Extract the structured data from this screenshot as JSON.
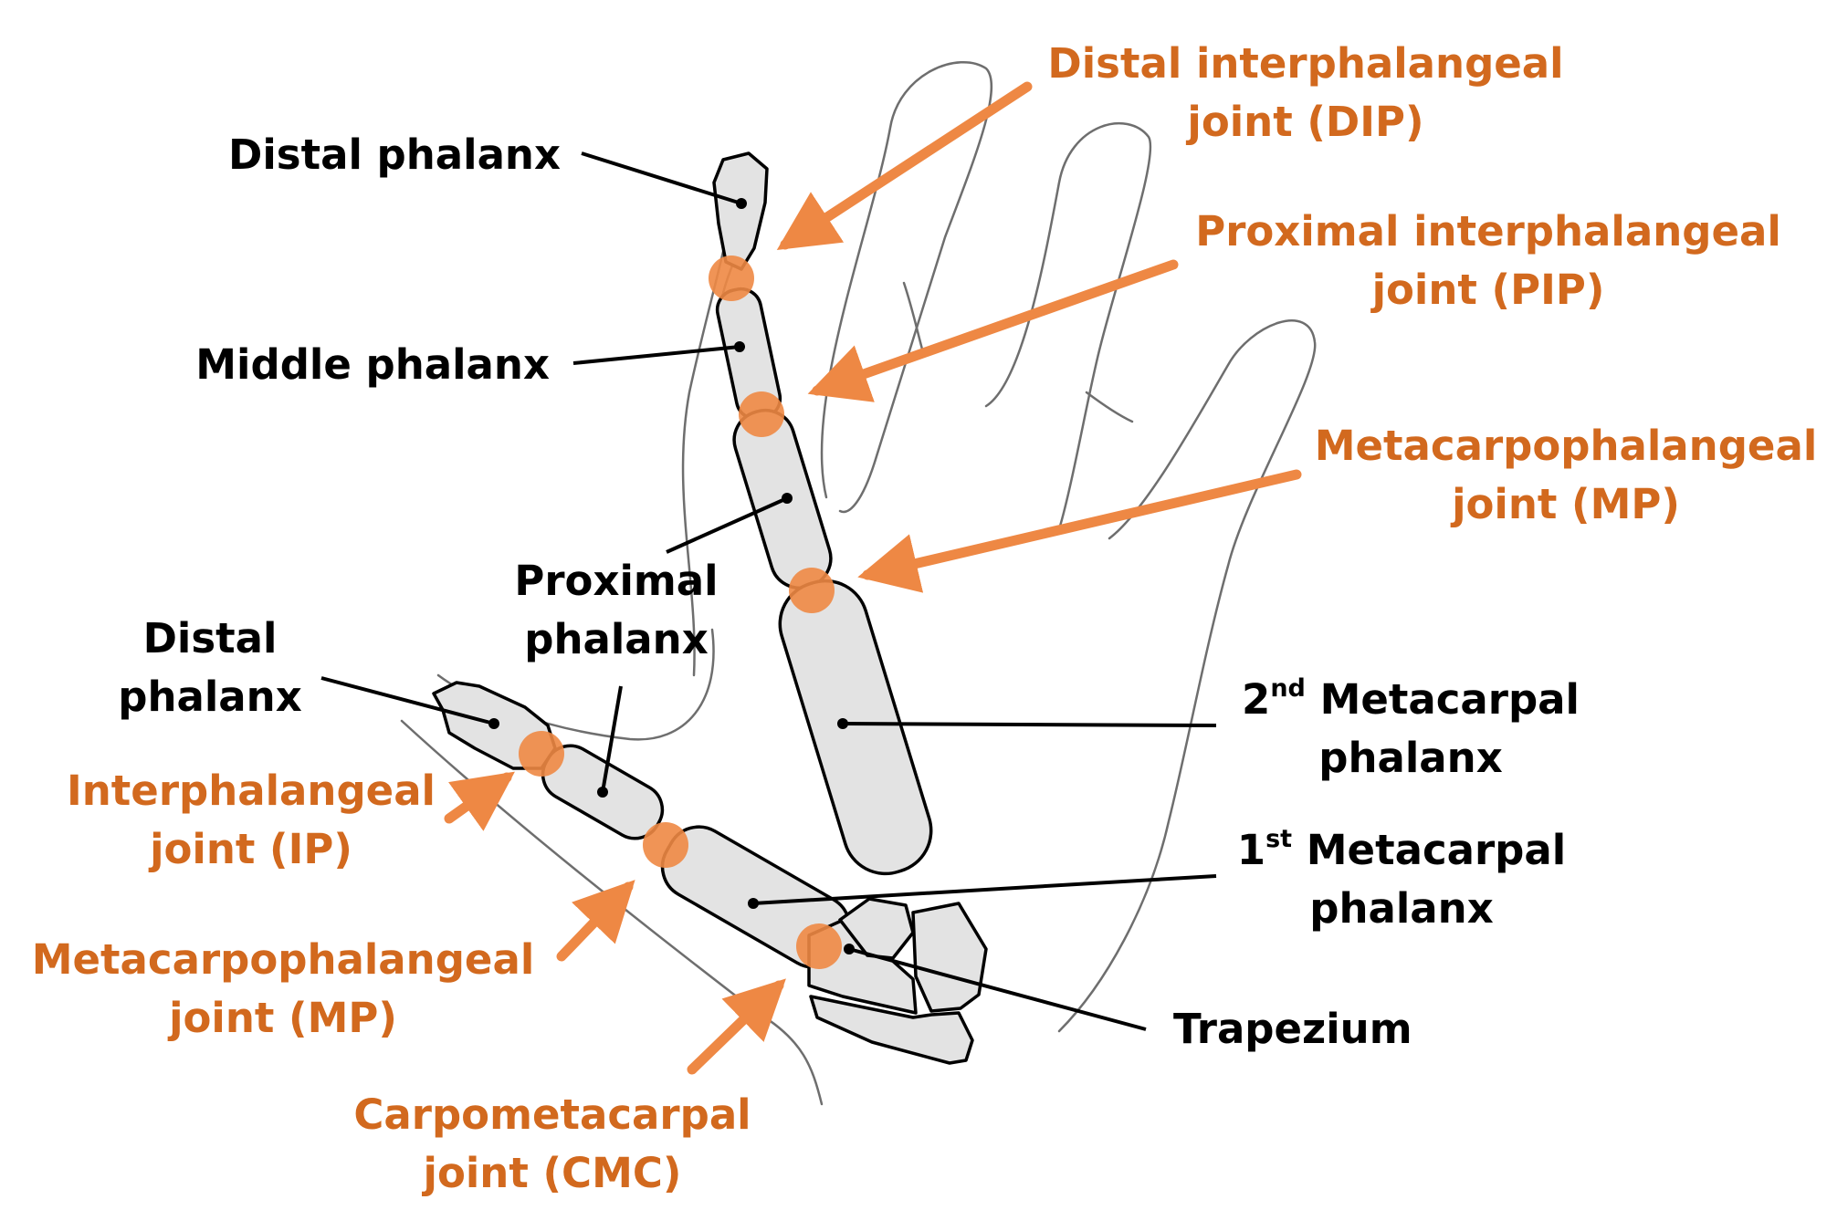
{
  "colors": {
    "joint": "#D2691E",
    "joint_dot": "#EE8844",
    "arrow": "#EE8844",
    "bone_fill": "#E3E3E3",
    "outline": "#000000",
    "sketch": "#6E6E6E"
  },
  "labels": {
    "index_distal_phalanx": "Distal phalanx",
    "index_middle_phalanx": "Middle phalanx",
    "index_proximal_phalanx_line1": "Proximal",
    "index_proximal_phalanx_line2": "phalanx",
    "thumb_distal_phalanx_line1": "Distal",
    "thumb_distal_phalanx_line2": "phalanx",
    "second_metacarpal_ordinal": "2",
    "second_metacarpal_suffix": "nd",
    "second_metacarpal_line1_rest": "Metacarpal",
    "second_metacarpal_line2": "phalanx",
    "first_metacarpal_ordinal": "1",
    "first_metacarpal_suffix": "st",
    "first_metacarpal_line1_rest": "Metacarpal",
    "first_metacarpal_line2": "phalanx",
    "trapezium": "Trapezium"
  },
  "joints": {
    "dip_line1": "Distal interphalangeal",
    "dip_line2": "joint (DIP)",
    "pip_line1": "Proximal interphalangeal",
    "pip_line2": "joint (PIP)",
    "mp_index_line1": "Metacarpophalangeal",
    "mp_index_line2": "joint (MP)",
    "ip_line1": "Interphalangeal",
    "ip_line2": "joint (IP)",
    "mp_thumb_line1": "Metacarpophalangeal",
    "mp_thumb_line2": "joint (MP)",
    "cmc_line1": "Carpometacarpal",
    "cmc_line2": "joint (CMC)"
  }
}
